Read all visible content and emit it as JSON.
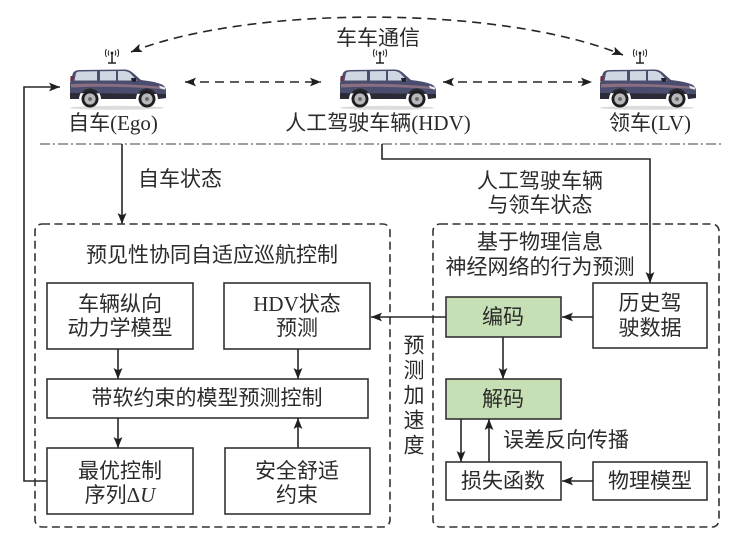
{
  "diagram": {
    "v2v_communication": "车车通信",
    "vehicles": {
      "ego": "自车(Ego)",
      "hdv": "人工驾驶车辆(HDV)",
      "lv": "领车(LV)"
    },
    "signals": {
      "ego_state": "自车状态",
      "hdv_lv_state": [
        "人工驾驶车辆",
        "与领车状态"
      ],
      "predicted_acceleration": "预测加速度",
      "error_backprop": "误差反向传播"
    },
    "controller": {
      "title": "预见性协同自适应巡航控制",
      "vehicle_dynamics_model": [
        "车辆纵向",
        "动力学模型"
      ],
      "hdv_state_prediction": [
        "HDV状态",
        "预测"
      ],
      "soft_constrained_mpc": "带软约束的模型预测控制",
      "optimal_control_sequence": {
        "line1": "最优控制",
        "line2_prefix": "序列Δ",
        "line2_symbol": "U"
      },
      "safety_comfort_constraints": [
        "安全舒适",
        "约束"
      ]
    },
    "predictor": {
      "title": [
        "基于物理信息",
        "神经网络的行为预测"
      ],
      "historical_driving_data": [
        "历史驾",
        "驶数据"
      ],
      "encoder": "编码",
      "decoder": "解码",
      "loss_function": "损失函数",
      "physical_model": "物理模型"
    }
  },
  "colors": {
    "line": "#333333",
    "nn_block_fill": "#c6dfb4",
    "vehicle_body": "#4a4d6e"
  }
}
